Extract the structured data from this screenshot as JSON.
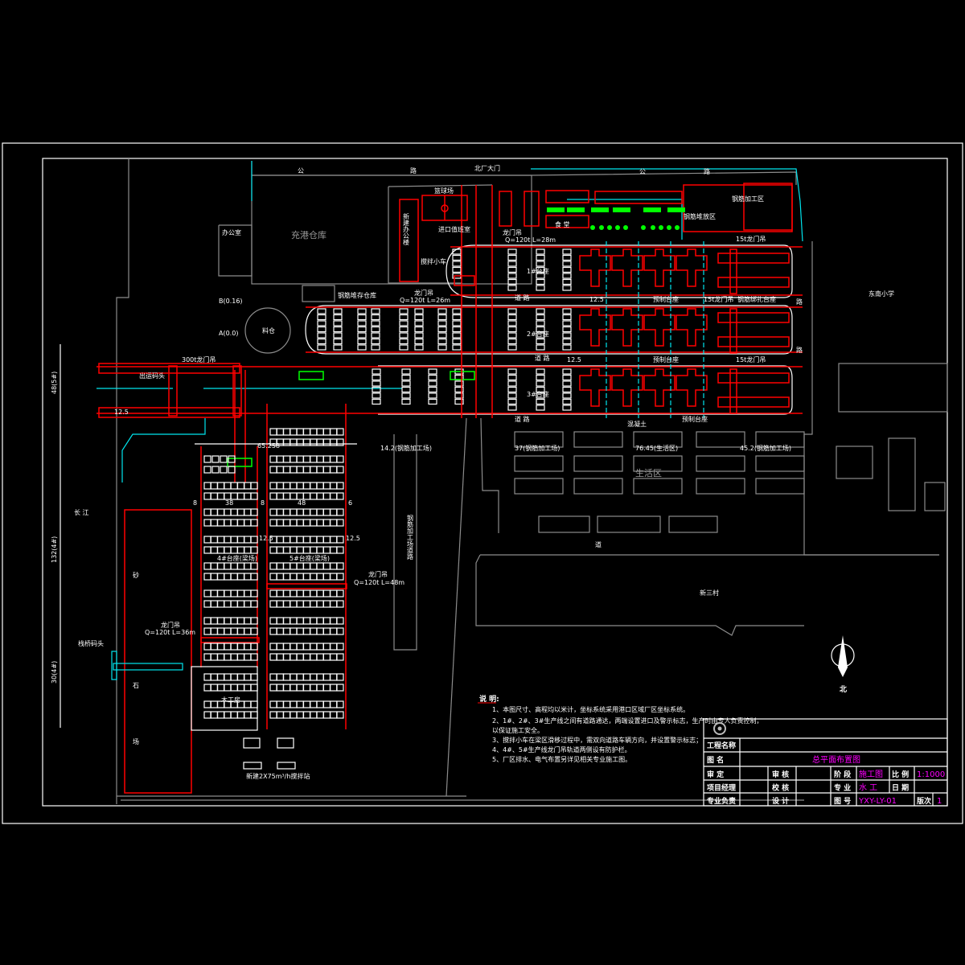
{
  "colors": {
    "background": "#000000",
    "line": "#ffffff",
    "crane": "#ff0000",
    "boundary": "#00e5ee",
    "vehicle": "#00ff00",
    "title_text": "#ff00ff"
  },
  "labels": {
    "road_top_1": "公",
    "road_top_2": "路",
    "north_gate": "北厂大门",
    "warehouse": "充港仓库",
    "office_new": "新建办公楼",
    "office": "办公室",
    "point_b": "B(0.16)",
    "point_a": "A(0.0)",
    "silo": "料仓",
    "rebar_store": "钢筋堆存仓库",
    "crane_top": "龙门吊",
    "crane_top_spec": "Q=120t L=28m",
    "crane_mid": "龙门吊",
    "crane_mid_spec": "Q=120t L=26m",
    "mixer_cart": "搅拌小车",
    "gate_guard": "进口值班室",
    "road1": "道 路",
    "road2": "道 路",
    "road3": "道 路",
    "elev1": "12.5",
    "elev2": "12.5",
    "elev3": "12.5",
    "elev4": "12.5",
    "elev5": "12.5",
    "prefab1": "预制台座",
    "prefab2": "预制台座",
    "prefab3": "预制台座",
    "crane15_1": "15t龙门吊",
    "crane15_2": "15t龙门吊",
    "crane15_3": "15t龙门吊",
    "rebar_bind": "钢筋绑扎台座",
    "mixer_line": "混凝土",
    "crane300": "300t龙门吊",
    "wharf": "出运码头",
    "school": "东南小学",
    "rebar_road": "钢筋加工场道路",
    "village": "新三村",
    "river": "长 江",
    "bed4": "4#台座(梁场)",
    "bed5": "5#台座(梁场)",
    "bed1": "1#台座",
    "bed2": "2#台座",
    "bed3": "3#台座",
    "crane_left": "龙门吊",
    "crane_left_spec": "Q=120t L=36m",
    "crane_right": "龙门吊",
    "crane_right_spec": "Q=120t L=48m",
    "batch_plant": "新建2X75m³/h搅拌站",
    "carpentry": "木工房",
    "sand1": "砂",
    "sand2": "石",
    "sand3": "场",
    "trestle": "栈桥码头",
    "living": "生活区",
    "road_bottom": "道",
    "road_right_1": "路",
    "road_right_2": "路",
    "basketball": "篮球场",
    "canteen": "食 堂",
    "steel_proc": "钢筋加工区",
    "rebar_yard": "钢筋堆放区",
    "dim_38": "38",
    "dim_48": "48",
    "dim_8a": "8",
    "dim_8b": "8",
    "dim_6": "6",
    "dim_b1": "37(钢筋加工场)",
    "dim_b2": "76.45(生活区)",
    "dim_b3": "45.2(钢筋加工场)",
    "dim_b4": "65.258",
    "dim_b5": "14.2(钢筋加工场)",
    "dim_left1": "48(5#)",
    "dim_left2": "132(4#)",
    "dim_left3": "30(4#)",
    "north": "北"
  },
  "notes": {
    "title": "说 明:",
    "items": [
      "1、本图尺寸、高程均以米计，坐标系统采用港口区域厂区坐标系统。",
      "2、1#、2#、3#生产线之间有道路通达，两端设置进口及警示标志，生产时由专人负责控制，",
      "    以保证施工安全。",
      "3、搅拌小车在梁区滑移过程中，需双向道路车辆方向，并设置警示标志；",
      "4、4#、5#生产线龙门吊轨道两侧设有防护栏。",
      "5、厂区排水、电气布置另详见相关专业施工图。"
    ]
  },
  "title_block": {
    "project_label": "工程名称",
    "project_value": "",
    "drawing_label": "图  名",
    "drawing_value": "总平面布置图",
    "r1": [
      "审  定",
      "",
      "审  核",
      "",
      "阶  段",
      "施工图",
      "比  例",
      "1:1000"
    ],
    "r2": [
      "项目经理",
      "",
      "校  核",
      "",
      "专  业",
      "水  工",
      "日  期",
      ""
    ],
    "r3": [
      "专业负责",
      "",
      "设  计",
      "",
      "图  号",
      "YXY-LY-01",
      "版次",
      "1"
    ]
  }
}
